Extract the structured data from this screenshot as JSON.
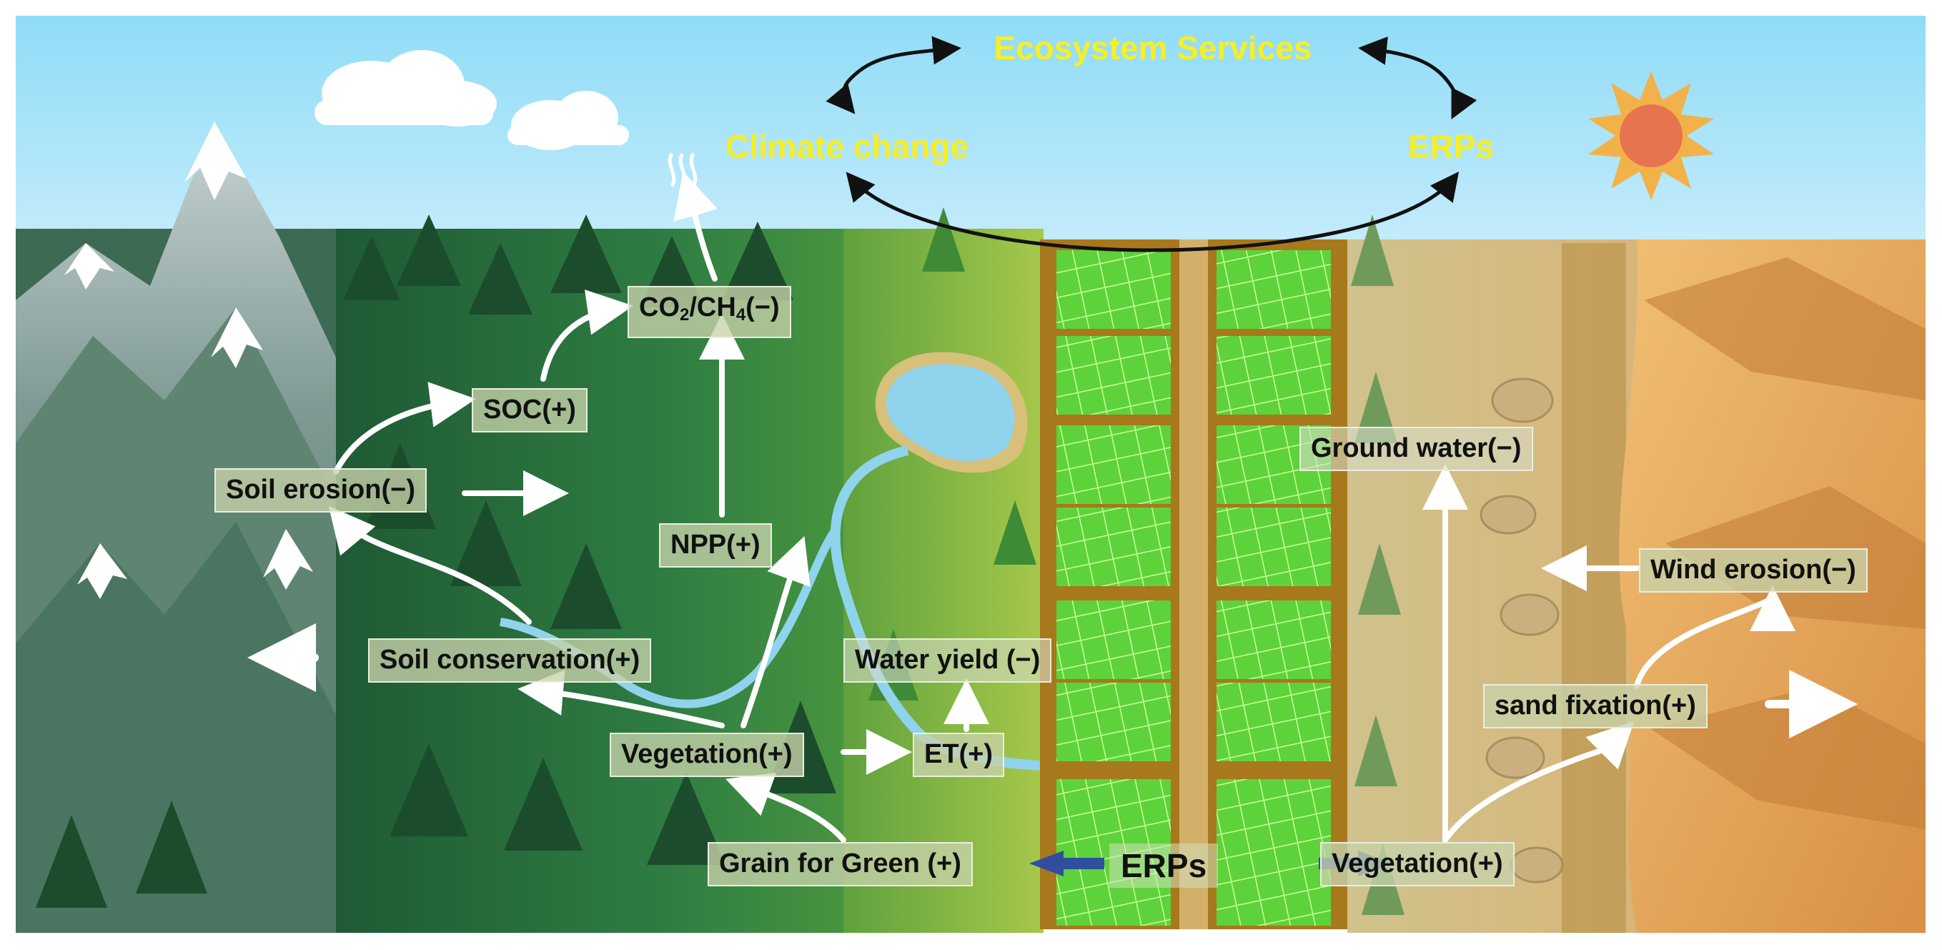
{
  "top": {
    "ecosystem_services": "Ecosystem Services",
    "climate_change": "Climate change",
    "erps": "ERPs"
  },
  "labels": {
    "co2_prefix": "CO",
    "co2_sub": "2",
    "ch4_prefix": "/CH",
    "ch4_sub": "4",
    "co2_suffix": "(−)",
    "soc": "SOC(+)",
    "soil_erosion": "Soil erosion(−)",
    "npp": "NPP(+)",
    "soil_conservation": "Soil conservation(+)",
    "water_yield": "Water yield (−)",
    "vegetation_left": "Vegetation(+)",
    "et": "ET(+)",
    "grain_for_green": "Grain for Green (+)",
    "erps_center": "ERPs",
    "vegetation_right": "Vegetation(+)",
    "ground_water": "Ground water(−)",
    "wind_erosion": "Wind erosion(−)",
    "sand_fixation": "sand fixation(+)"
  },
  "colors": {
    "sky_top": "#8fdcf7",
    "sky_bottom": "#c6ecfb",
    "forest_dark": "#1f5a34",
    "forest": "#2f7d43",
    "grassland": "#8dbb3c",
    "farmland_frame": "#a8781c",
    "farmland_grid": "#7be84a",
    "sandy_land": "#d8b77e",
    "desert": "#e2a45a",
    "sun": "#e6744e",
    "sun_rays": "#f2b24a",
    "label_yellow": "#f7ef24",
    "erp_arrow": "#2f4f9e",
    "river": "#8fd3ec"
  }
}
